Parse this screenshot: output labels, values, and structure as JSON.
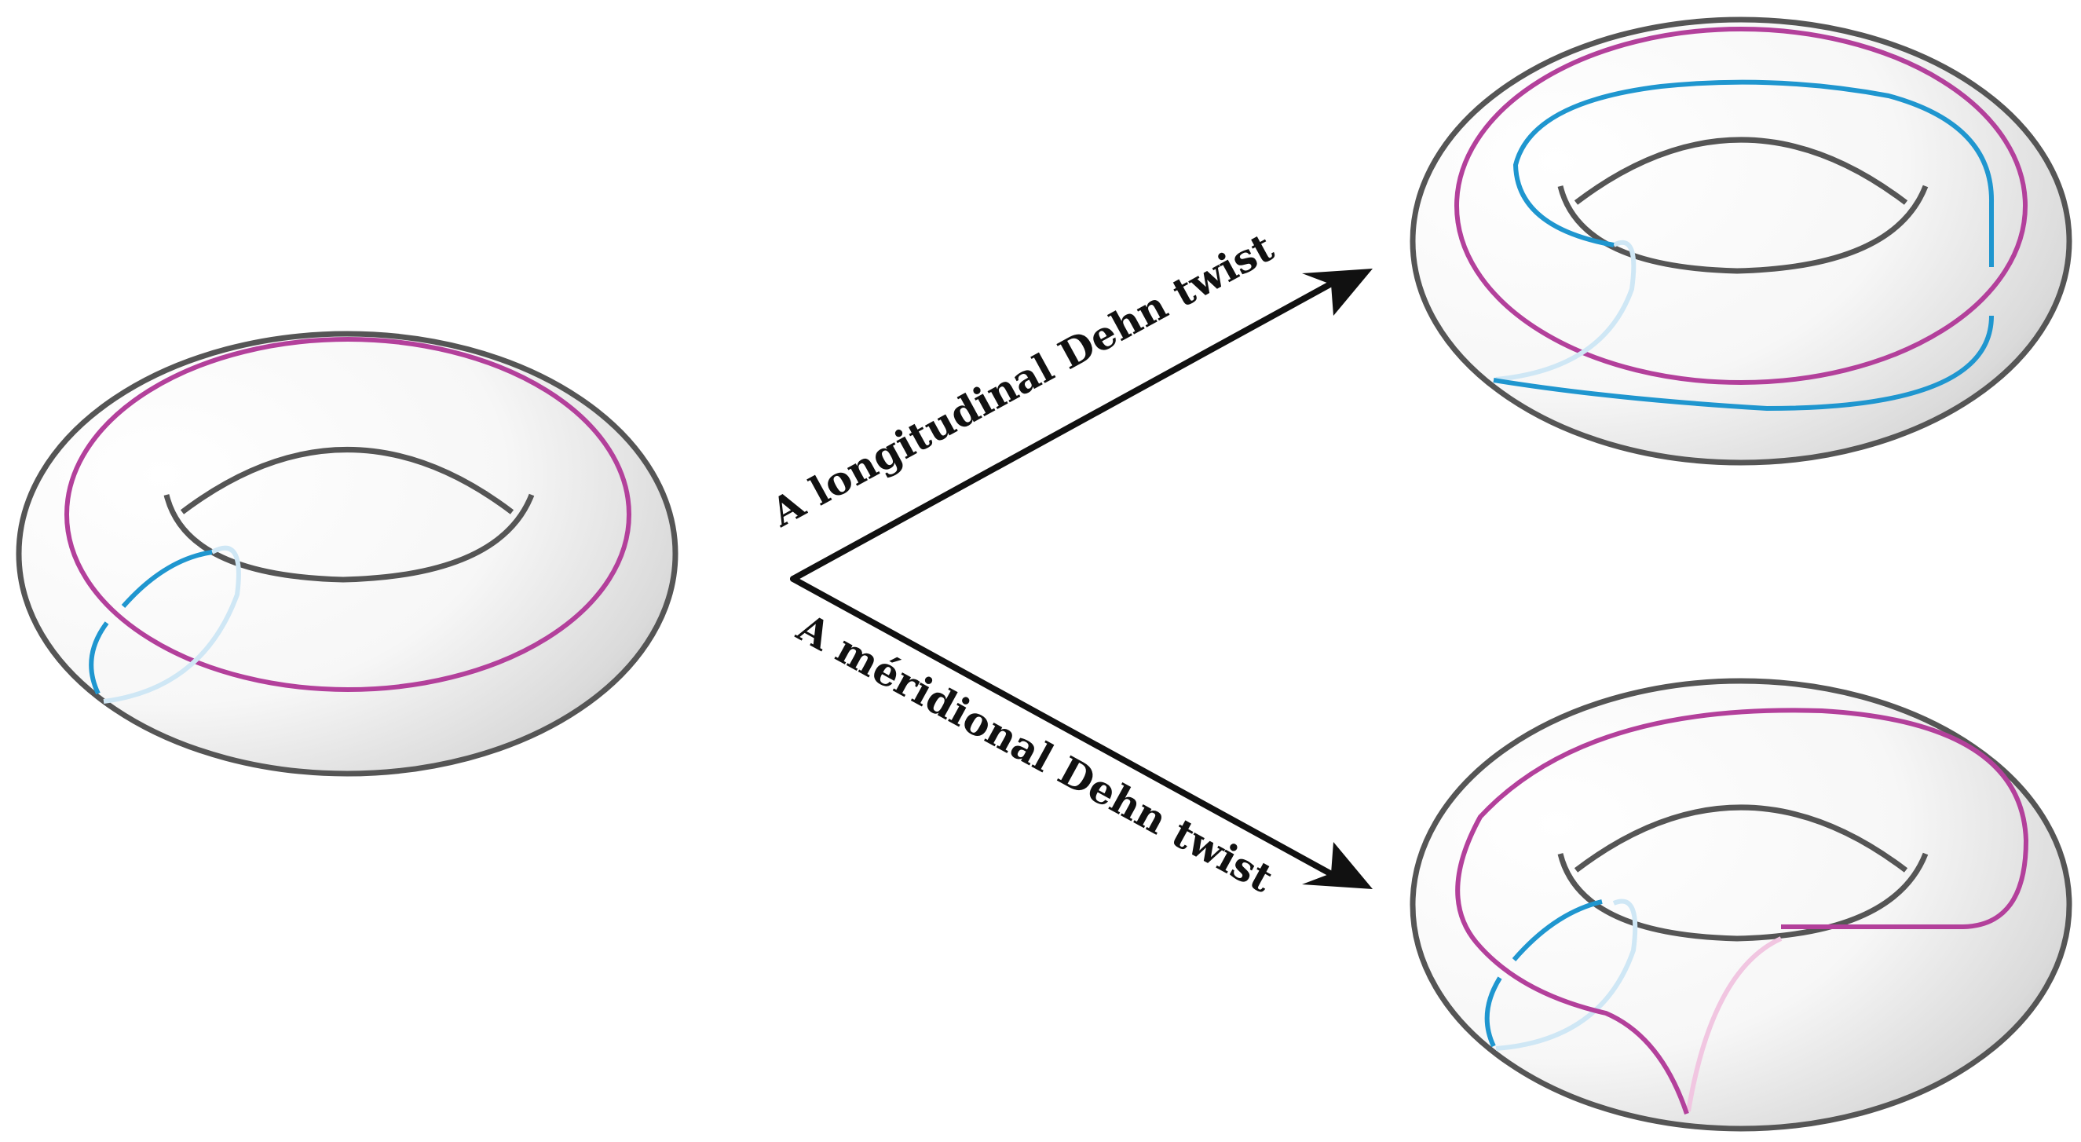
{
  "labels": {
    "longitudinal": "A longitudinal Dehn twist",
    "meridional": "A méridional Dehn twist"
  },
  "colors": {
    "outline": "#555555",
    "magenta": "#b3409b",
    "blue": "#1f96cf",
    "light_blue": "#cfe7f5",
    "light_pink": "#f1c6e1",
    "arrow": "#111111"
  },
  "tori": [
    {
      "name": "original-torus"
    },
    {
      "name": "longitudinal-result-torus"
    },
    {
      "name": "meridional-result-torus"
    }
  ]
}
